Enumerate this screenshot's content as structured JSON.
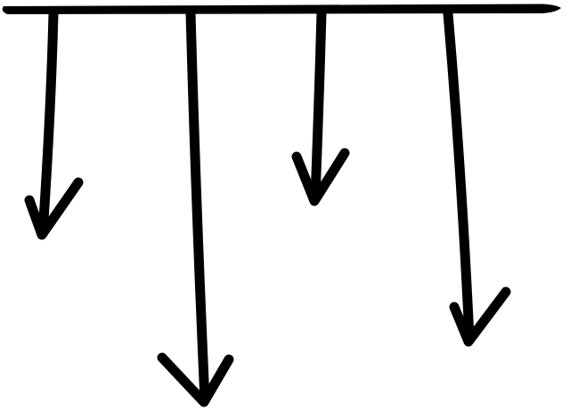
{
  "diagram": {
    "background_color": "#ffffff",
    "ink_color": "#000000",
    "bar": {
      "icon": "horizontal-bar"
    },
    "arrows": [
      {
        "icon": "down-arrow-icon",
        "order": 1,
        "relative_length": "short"
      },
      {
        "icon": "down-arrow-icon",
        "order": 2,
        "relative_length": "longest"
      },
      {
        "icon": "down-arrow-icon",
        "order": 3,
        "relative_length": "shortest"
      },
      {
        "icon": "down-arrow-icon",
        "order": 4,
        "relative_length": "long"
      }
    ]
  }
}
